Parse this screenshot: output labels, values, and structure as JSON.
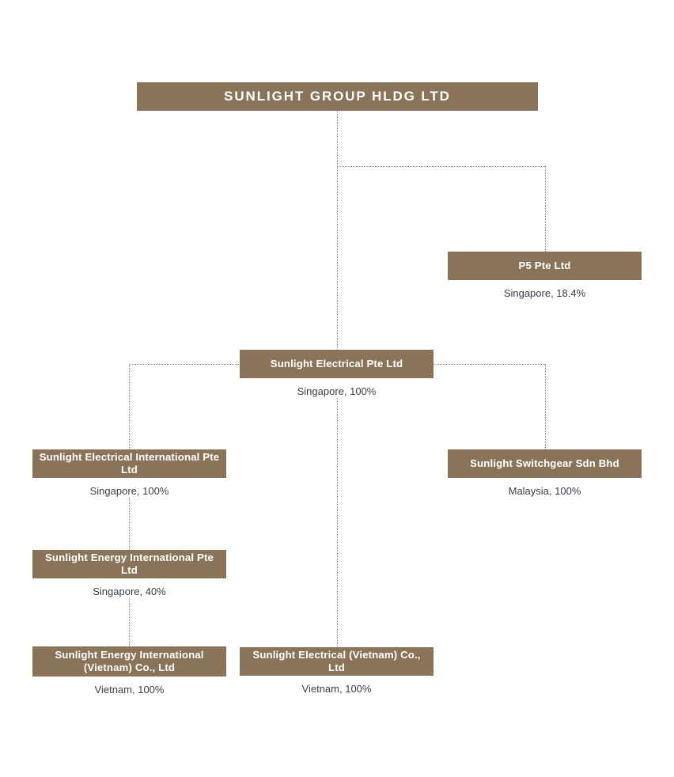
{
  "chart_data": {
    "type": "diagram",
    "title": "SUNLIGHT GROUP HLDG LTD corporate structure",
    "nodes": [
      {
        "id": "root",
        "label": "SUNLIGHT GROUP HLDG LTD",
        "caption": "",
        "jurisdiction": "",
        "ownership": ""
      },
      {
        "id": "p5",
        "label": "P5 Pte Ltd",
        "caption": "Singapore, 18.4%",
        "jurisdiction": "Singapore",
        "ownership": "18.4%"
      },
      {
        "id": "sunlight-electrical",
        "label": "Sunlight Electrical Pte Ltd",
        "caption": "Singapore, 100%",
        "jurisdiction": "Singapore",
        "ownership": "100%"
      },
      {
        "id": "sei-pte",
        "label": "Sunlight Electrical International Pte Ltd",
        "caption": "Singapore, 100%",
        "jurisdiction": "Singapore",
        "ownership": "100%"
      },
      {
        "id": "switchgear",
        "label": "Sunlight Switchgear Sdn Bhd",
        "caption": "Malaysia, 100%",
        "jurisdiction": "Malaysia",
        "ownership": "100%"
      },
      {
        "id": "energy-intl",
        "label": "Sunlight Energy International Pte Ltd",
        "caption": "Singapore, 40%",
        "jurisdiction": "Singapore",
        "ownership": "40%"
      },
      {
        "id": "energy-vietnam",
        "label": "Sunlight Energy International (Vietnam) Co., Ltd",
        "caption": "Vietnam, 100%",
        "jurisdiction": "Vietnam",
        "ownership": "100%"
      },
      {
        "id": "electrical-vietnam",
        "label": "Sunlight Electrical (Vietnam) Co., Ltd",
        "caption": "Vietnam, 100%",
        "jurisdiction": "Vietnam",
        "ownership": "100%"
      }
    ],
    "edges": [
      {
        "from": "root",
        "to": "p5"
      },
      {
        "from": "root",
        "to": "sunlight-electrical"
      },
      {
        "from": "sunlight-electrical",
        "to": "sei-pte"
      },
      {
        "from": "sunlight-electrical",
        "to": "switchgear"
      },
      {
        "from": "sunlight-electrical",
        "to": "electrical-vietnam"
      },
      {
        "from": "sei-pte",
        "to": "energy-intl"
      },
      {
        "from": "energy-intl",
        "to": "energy-vietnam"
      }
    ],
    "colors": {
      "node_fill": "#8a7459",
      "node_text": "#ffffff",
      "caption_text": "#3a3f47",
      "connector": "#8a8a8a",
      "background": "#ffffff"
    },
    "legend": [],
    "xlabel": "",
    "ylabel": ""
  }
}
